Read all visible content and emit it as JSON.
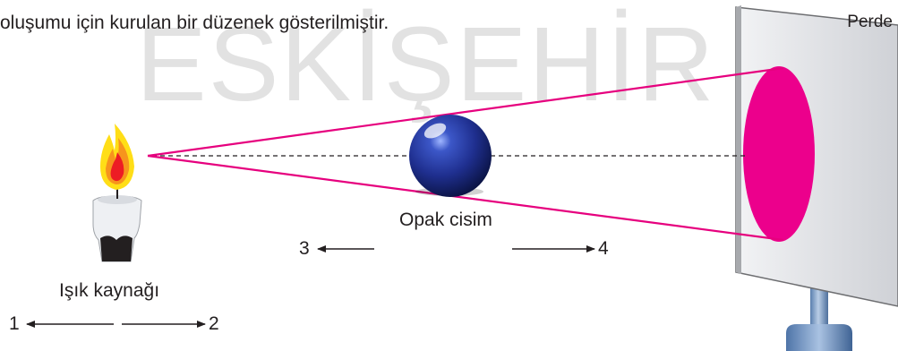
{
  "caption": "oluşumu için kurulan bir düzenek gösterilmiştir.",
  "watermark": "ESKİŞEHİR",
  "labels": {
    "screen": "Perde",
    "object": "Opak cisim",
    "source": "Işık kaynağı"
  },
  "directions": {
    "one": "1",
    "two": "2",
    "three": "3",
    "four": "4"
  },
  "colors": {
    "ray": "#e6007e",
    "shadow": "#ec008c",
    "ball": "#1f2f8f",
    "screen": "#e4e5e9",
    "stand": "#7a9cc6",
    "text": "#231f20"
  }
}
